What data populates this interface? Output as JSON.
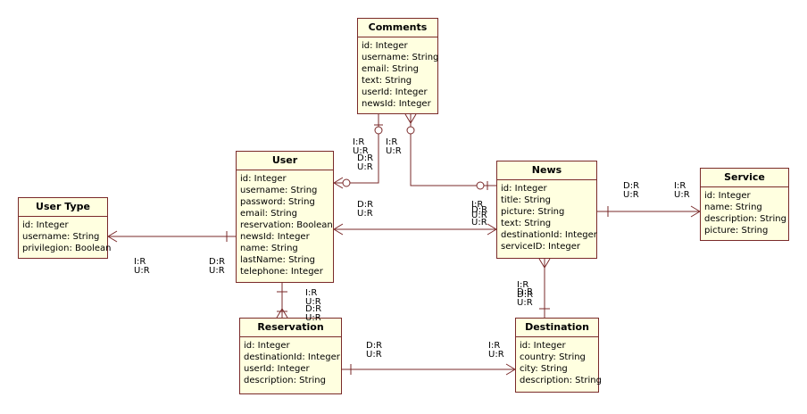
{
  "entities": {
    "comments": {
      "title": "Comments",
      "attributes": [
        "id: Integer",
        "username: String",
        "email: String",
        "text: String",
        "userId: Integer",
        "newsId: Integer"
      ]
    },
    "user": {
      "title": "User",
      "attributes": [
        "id: Integer",
        "username: String",
        "password: String",
        "email: String",
        "reservation: Boolean",
        "newsId: Integer",
        "name: String",
        "lastName: String",
        "telephone: Integer"
      ]
    },
    "news": {
      "title": "News",
      "attributes": [
        "id: Integer",
        "title: String",
        "picture: String",
        "text: String",
        "destinationId: Integer",
        "serviceID: Integer"
      ]
    },
    "service": {
      "title": "Service",
      "attributes": [
        "id: Integer",
        "name: String",
        "description: String",
        "picture: String"
      ]
    },
    "user_type": {
      "title": "User Type",
      "attributes": [
        "id: Integer",
        "username: String",
        "privilegion: Boolean"
      ]
    },
    "reservation": {
      "title": "Reservation",
      "attributes": [
        "id: Integer",
        "destinationId: Integer",
        "userId: Integer",
        "description: String"
      ]
    },
    "destination": {
      "title": "Destination",
      "attributes": [
        "id: Integer",
        "country: String",
        "city: String",
        "description: String"
      ]
    }
  },
  "labels": {
    "comments_user_a": "I:R",
    "comments_user_b": "U:R",
    "comments_user_c": "D:R",
    "comments_user_d": "U:R",
    "comments_news_a": "I:R",
    "comments_news_b": "U:R",
    "user_news_a": "D:R",
    "user_news_b": "U:R",
    "news_user_a": "I:R",
    "news_user_b": "D:R",
    "news_user_c": "U:R",
    "news_user_d": "U:R",
    "news_service_a": "D:R",
    "news_service_b": "U:R",
    "service_news_a": "I:R",
    "service_news_b": "U:R",
    "usertype_user_a": "I:R",
    "usertype_user_b": "U:R",
    "user_usertype_a": "D:R",
    "user_usertype_b": "U:R",
    "user_res_a": "I:R",
    "user_res_b": "U:R",
    "user_res_c": "D:R",
    "user_res_d": "U:R",
    "news_dest_a": "I:R",
    "news_dest_b": "D:R",
    "news_dest_c": "D:R",
    "news_dest_d": "U:R",
    "res_dest_a": "D:R",
    "res_dest_b": "U:R",
    "dest_res_a": "I:R",
    "dest_res_b": "U:R"
  }
}
